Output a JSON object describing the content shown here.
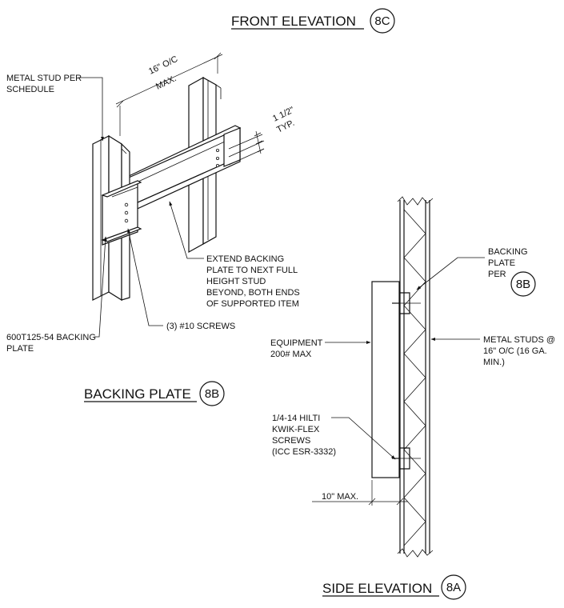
{
  "front": {
    "title": "FRONT ELEVATION",
    "tag": "8C",
    "dim_spacing_a": "16\" O/C",
    "dim_spacing_b": "MAX.",
    "dim_edge_a": "1 1/2\"",
    "dim_edge_b": "TYP.",
    "note_stud_1": "METAL STUD PER",
    "note_stud_2": "SCHEDULE",
    "note_extend_1": "EXTEND BACKING",
    "note_extend_2": "PLATE TO NEXT FULL",
    "note_extend_3": "HEIGHT STUD",
    "note_extend_4": "BEYOND, BOTH ENDS",
    "note_extend_5": "OF SUPPORTED ITEM",
    "note_plate_1": "600T125-54 BACKING",
    "note_plate_2": "PLATE",
    "note_screws": "(3) #10 SCREWS"
  },
  "backing": {
    "title": "BACKING PLATE",
    "tag": "8B"
  },
  "side": {
    "title": "SIDE ELEVATION",
    "tag": "8A",
    "note_backing_1": "BACKING",
    "note_backing_2": "PLATE",
    "note_backing_3": "PER",
    "note_backing_tag": "8B",
    "note_equip_1": "EQUIPMENT",
    "note_equip_2": "200# MAX",
    "note_studs_1": "METAL STUDS @",
    "note_studs_2": "16\" O/C (16 GA.",
    "note_studs_3": "MIN.)",
    "note_hilti_1": "1/4-14 HILTI",
    "note_hilti_2": "KWIK-FLEX",
    "note_hilti_3": "SCREWS",
    "note_hilti_4": "(ICC ESR-3332)",
    "dim_offset": "10\" MAX."
  }
}
